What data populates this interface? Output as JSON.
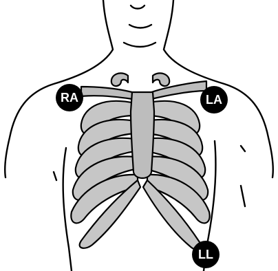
{
  "electrodes": [
    {
      "id": "ra",
      "label": "RA"
    },
    {
      "id": "la",
      "label": "LA"
    },
    {
      "id": "ll",
      "label": "LL"
    }
  ],
  "colors": {
    "bone": "#bdbdbd",
    "rib": "#c6c6c6",
    "outline": "#000000",
    "electrode": "#000000",
    "electrode_text": "#ffffff"
  }
}
